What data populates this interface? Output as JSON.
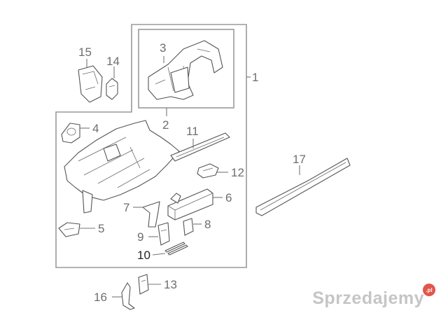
{
  "callouts": {
    "c1": "1",
    "c2": "2",
    "c3": "3",
    "c4": "4",
    "c5": "5",
    "c6": "6",
    "c7": "7",
    "c8": "8",
    "c9": "9",
    "c10": "10",
    "c11": "11",
    "c12": "12",
    "c13": "13",
    "c14": "14",
    "c15": "15",
    "c16": "16",
    "c17": "17"
  },
  "watermark": {
    "text": "Sprzedajemy",
    "badge": ".pl"
  },
  "colors": {
    "line": "#555555",
    "callout": "#6e6e6e",
    "frame": "#9a9a9a",
    "badge": "#e2554b"
  }
}
